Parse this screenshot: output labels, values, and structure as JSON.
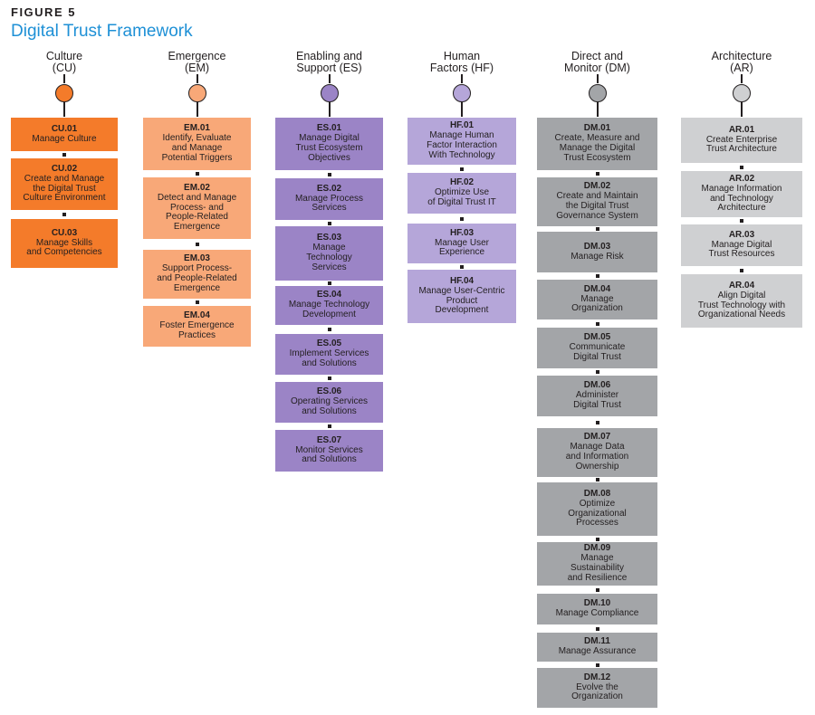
{
  "figure_label": "FIGURE 5",
  "title": "Digital Trust Framework",
  "columns": [
    {
      "key": "cu",
      "heading_lines": [
        "Culture",
        "(CU)"
      ],
      "circle_color": "#f47b2a",
      "box_color": "#f47b2a",
      "items": [
        {
          "code": "CU.01",
          "lines": [
            "Manage Culture"
          ]
        },
        {
          "code": "CU.02",
          "lines": [
            "Create and Manage",
            "the Digital Trust",
            "Culture Environment"
          ]
        },
        {
          "code": "CU.03",
          "lines": [
            "Manage Skills",
            "and Competencies"
          ]
        }
      ]
    },
    {
      "key": "em",
      "heading_lines": [
        "Emergence",
        "(EM)"
      ],
      "circle_color": "#f8a878",
      "box_color": "#f8a878",
      "items": [
        {
          "code": "EM.01",
          "lines": [
            "Identify, Evaluate",
            "and Manage",
            "Potential Triggers"
          ]
        },
        {
          "code": "EM.02",
          "lines": [
            "Detect and Manage",
            "Process- and",
            "People-Related",
            "Emergence"
          ]
        },
        {
          "code": "EM.03",
          "lines": [
            "Support Process-",
            "and People-Related",
            "Emergence"
          ]
        },
        {
          "code": "EM.04",
          "lines": [
            "Foster Emergence",
            "Practices"
          ]
        }
      ]
    },
    {
      "key": "es",
      "heading_lines": [
        "Enabling and",
        "Support (ES)"
      ],
      "circle_color": "#9b84c6",
      "box_color": "#9b84c6",
      "items": [
        {
          "code": "ES.01",
          "lines": [
            "Manage Digital",
            "Trust Ecosystem",
            "Objectives"
          ]
        },
        {
          "code": "ES.02",
          "lines": [
            "Manage Process",
            "Services"
          ]
        },
        {
          "code": "ES.03",
          "lines": [
            "Manage",
            "Technology",
            "Services"
          ]
        },
        {
          "code": "ES.04",
          "lines": [
            "Manage Technology",
            "Development"
          ]
        },
        {
          "code": "ES.05",
          "lines": [
            "Implement Services",
            "and Solutions"
          ]
        },
        {
          "code": "ES.06",
          "lines": [
            "Operating Services",
            "and Solutions"
          ]
        },
        {
          "code": "ES.07",
          "lines": [
            "Monitor Services",
            "and Solutions"
          ]
        }
      ]
    },
    {
      "key": "hf",
      "heading_lines": [
        "Human",
        "Factors (HF)"
      ],
      "circle_color": "#b5a6d9",
      "box_color": "#b5a6d9",
      "items": [
        {
          "code": "HF.01",
          "lines": [
            "Manage Human",
            "Factor Interaction",
            "With Technology"
          ]
        },
        {
          "code": "HF.02",
          "lines": [
            "Optimize Use",
            "of Digital Trust IT"
          ]
        },
        {
          "code": "HF.03",
          "lines": [
            "Manage User",
            "Experience"
          ]
        },
        {
          "code": "HF.04",
          "lines": [
            "Manage User-Centric",
            "Product",
            "Development"
          ]
        }
      ]
    },
    {
      "key": "dm",
      "heading_lines": [
        "Direct and",
        "Monitor (DM)"
      ],
      "circle_color": "#a3a5a8",
      "box_color": "#a3a5a8",
      "items": [
        {
          "code": "DM.01",
          "lines": [
            "Create, Measure and",
            "Manage the Digital",
            "Trust Ecosystem"
          ]
        },
        {
          "code": "DM.02",
          "lines": [
            "Create and Maintain",
            "the Digital Trust",
            "Governance System"
          ]
        },
        {
          "code": "DM.03",
          "lines": [
            "Manage Risk"
          ]
        },
        {
          "code": "DM.04",
          "lines": [
            "Manage",
            "Organization"
          ]
        },
        {
          "code": "DM.05",
          "lines": [
            "Communicate",
            "Digital Trust"
          ]
        },
        {
          "code": "DM.06",
          "lines": [
            "Administer",
            "Digital Trust"
          ]
        },
        {
          "code": "DM.07",
          "lines": [
            "Manage Data",
            "and Information",
            "Ownership"
          ]
        },
        {
          "code": "DM.08",
          "lines": [
            "Optimize",
            "Organizational",
            "Processes"
          ]
        },
        {
          "code": "DM.09",
          "lines": [
            "Manage",
            "Sustainability",
            "and Resilience"
          ]
        },
        {
          "code": "DM.10",
          "lines": [
            "Manage Compliance"
          ]
        },
        {
          "code": "DM.11",
          "lines": [
            "Manage Assurance"
          ]
        },
        {
          "code": "DM.12",
          "lines": [
            "Evolve the",
            "Organization"
          ]
        }
      ]
    },
    {
      "key": "ar",
      "heading_lines": [
        "Architecture",
        "(AR)"
      ],
      "circle_color": "#cfd0d2",
      "box_color": "#cfd0d2",
      "items": [
        {
          "code": "AR.01",
          "lines": [
            "Create Enterprise",
            "Trust Architecture"
          ]
        },
        {
          "code": "AR.02",
          "lines": [
            "Manage Information",
            "and Technology",
            "Architecture"
          ]
        },
        {
          "code": "AR.03",
          "lines": [
            "Manage Digital",
            "Trust Resources"
          ]
        },
        {
          "code": "AR.04",
          "lines": [
            "Align Digital",
            "Trust Technology with",
            "Organizational Needs"
          ]
        }
      ]
    }
  ]
}
